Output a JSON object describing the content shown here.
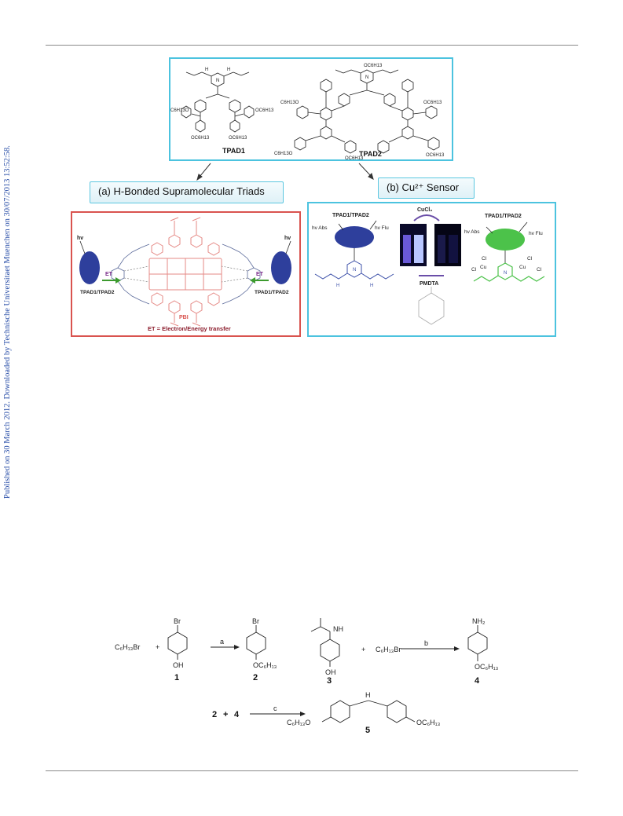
{
  "side_note": "Published on 30 March 2012. Downloaded by Technische Universitaet Muenchen on 30/07/2013 13:52:58.",
  "top_panel": {
    "tpad1_label": "TPAD1",
    "tpad2_label": "TPAD2",
    "substituent": "OC6H13"
  },
  "panel_a": {
    "title": "(a) H-Bonded Supramolecular Triads",
    "hv": "hv",
    "et": "ET",
    "donor": "TPAD1/TPAD2",
    "pbi": "PBI",
    "caption": "ET = Electron/Energy transfer"
  },
  "panel_b": {
    "title": "(b) Cu²⁺ Sensor",
    "donor": "TPAD1/TPAD2",
    "hv_abs": "hv Abs",
    "hv_flu": "hv Flu",
    "cucl2": "CuCl₂",
    "pmdta": "PMDTA",
    "n": "N",
    "nh": "H",
    "cl": "Cl",
    "cu": "Cu"
  },
  "scheme": {
    "c6h13br": "C₆H₁₃Br",
    "plus": "+",
    "br": "Br",
    "oh": "OH",
    "nh": "NH",
    "nh2": "NH₂",
    "oc6h13": "OC₆H₁₃",
    "c6h13o": "C₆H₁₃O",
    "h": "H",
    "step_a": "a",
    "step_b": "b",
    "step_c": "c",
    "c1": "1",
    "c2": "2",
    "c3": "3",
    "c4": "4",
    "c5": "5",
    "line3_2": "2",
    "line3_4": "4"
  },
  "colors": {
    "cyan_border": "#4cc3df",
    "red_border": "#d9534f",
    "blue_ellipse": "#2e3f9c",
    "green_ellipse": "#4cc24a",
    "pbi_pink": "#e58a86",
    "link_blue": "#2a4fa8"
  }
}
